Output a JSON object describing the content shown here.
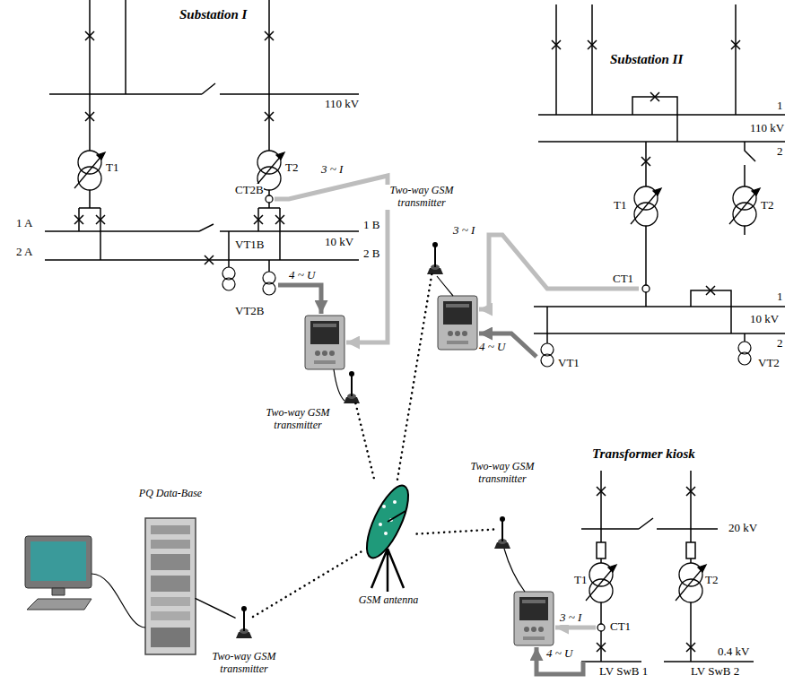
{
  "diagram": {
    "nodes": [
      {
        "text": [
          "Two-way GSM transmitter"
        ]
      },
      {
        "text": [
          "Two-way GSM transmitter"
        ]
      },
      {
        "text": [
          "GSM antenna"
        ]
      },
      {
        "text": [
          "PQ Data-Base"
        ]
      },
      {
        "text": [
          "Two-way GSM transmitter"
        ]
      },
      {
        "text": [
          "Two-way GSM transmitter"
        ]
      }
    ],
    "edges": [
      {
        "from": 0,
        "to": 2,
        "arrow": "none"
      },
      {
        "from": 1,
        "to": 2,
        "arrow": "none"
      },
      {
        "from": 3,
        "to": 4,
        "arrow": "none"
      },
      {
        "from": 4,
        "to": 2,
        "arrow": "none"
      },
      {
        "from": 5,
        "to": 2,
        "arrow": "none"
      }
    ],
    "labels": [
      "Substation I",
      "110 kV",
      "T1",
      "T2",
      "CT2B",
      "3 ~ I",
      "1 A",
      "2 A",
      "1 B",
      "10 kV",
      "2 B",
      "VT1B",
      "VT2B",
      "4 ~ U",
      "Substation II",
      "1",
      "110 kV",
      "2",
      "T1",
      "T2",
      "3 ~ I",
      "4 ~ U",
      "CT1",
      "1",
      "10 kV",
      "2",
      "VT1",
      "VT2",
      "Transformer kiosk",
      "20 kV",
      "T1",
      "T2",
      "3 ~ I",
      "CT1",
      "0.4 kV",
      "4 ~ U",
      "LV SwB 1",
      "LV SwB 2"
    ]
  }
}
